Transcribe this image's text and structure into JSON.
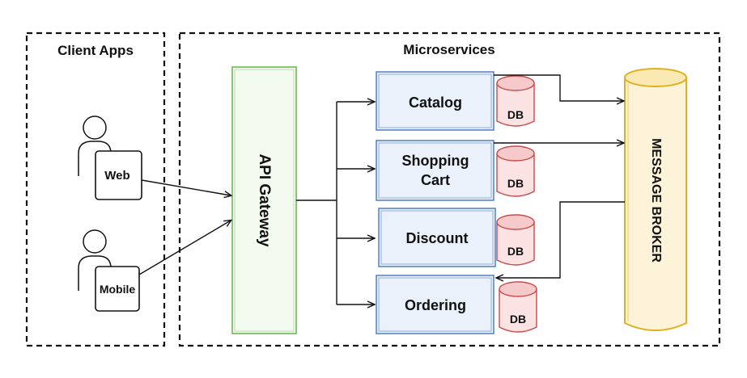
{
  "groups": {
    "client_apps": "Client Apps",
    "microservices": "Microservices"
  },
  "clients": [
    {
      "label": "Web"
    },
    {
      "label": "Mobile"
    }
  ],
  "gateway": {
    "label": "API Gateway"
  },
  "services": [
    {
      "label_lines": [
        "Catalog"
      ],
      "db": "DB"
    },
    {
      "label_lines": [
        "Shopping",
        "Cart"
      ],
      "db": "DB"
    },
    {
      "label_lines": [
        "Discount"
      ],
      "db": "DB"
    },
    {
      "label_lines": [
        "Ordering"
      ],
      "db": "DB"
    }
  ],
  "broker": {
    "label": "MESSAGE BROKER"
  },
  "colors": {
    "gateway_stroke": "#7dbf6a",
    "gateway_fill": "#f3faef",
    "service_stroke": "#5b86c8",
    "db_stroke": "#c94b4b",
    "broker_stroke": "#e0b020",
    "broker_fill": "#fdf3d8"
  },
  "icons": {
    "user": "user-icon",
    "database": "database-icon",
    "arrow": "arrow-icon"
  }
}
